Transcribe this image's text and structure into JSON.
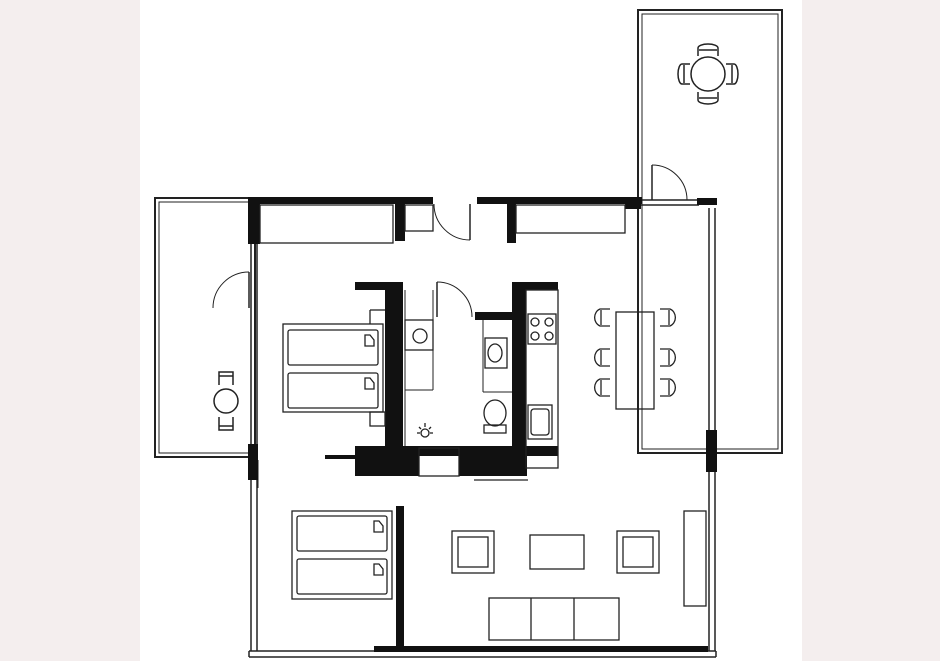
{
  "colors": {
    "page_margin": "#f4eeee",
    "paper": "#ffffff",
    "wall": "#111111",
    "line": "#222222"
  },
  "rooms": [
    {
      "name": "living-area",
      "furniture": [
        "sofa-icon",
        "armchair-icon",
        "armchair-icon",
        "coffee-table-icon",
        "tv-unit-icon"
      ]
    },
    {
      "name": "dining-area",
      "furniture": [
        "dining-table-icon",
        "chair-icon"
      ]
    },
    {
      "name": "kitchen",
      "furniture": [
        "cooktop-icon",
        "kitchen-sink-icon"
      ]
    },
    {
      "name": "bathroom",
      "furniture": [
        "washbasin-icon",
        "toilet-icon",
        "washing-machine-icon",
        "boiler-icon"
      ]
    },
    {
      "name": "bedroom-north",
      "furniture": [
        "twin-bed-icon",
        "twin-bed-icon"
      ]
    },
    {
      "name": "bedroom-south",
      "furniture": [
        "twin-bed-icon",
        "twin-bed-icon"
      ]
    },
    {
      "name": "balcony-west",
      "furniture": [
        "bistro-table-icon",
        "chair-icon"
      ]
    },
    {
      "name": "terrace-east",
      "furniture": [
        "round-table-icon",
        "chair-icon"
      ]
    }
  ]
}
